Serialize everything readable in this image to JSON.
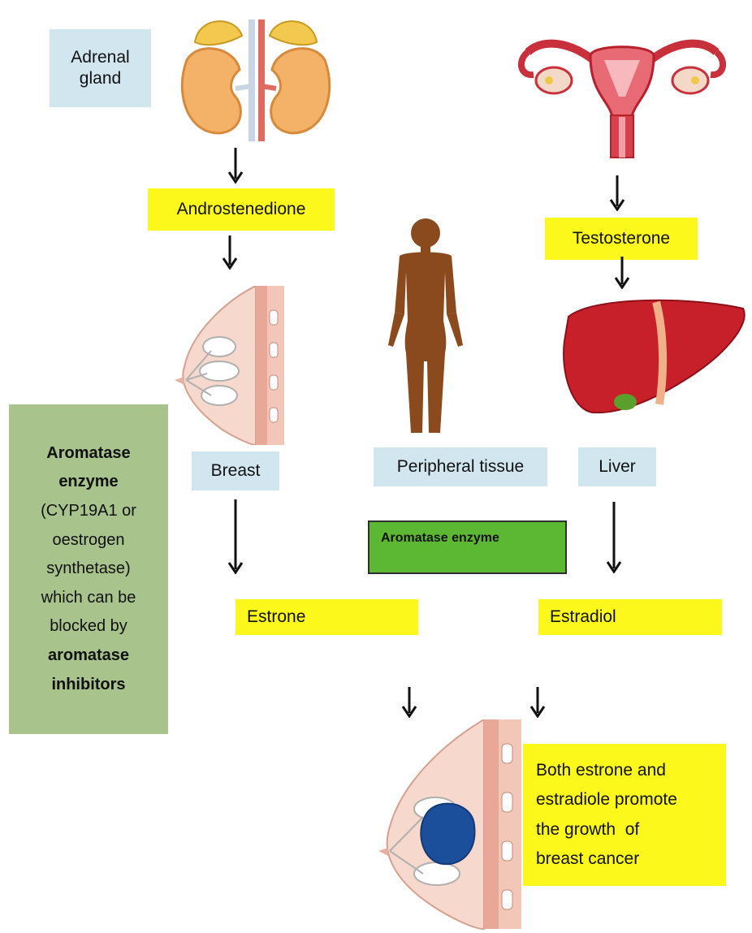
{
  "labels": {
    "adrenal_line1": "Adrenal",
    "adrenal_line2": "gland",
    "androstenedione": "Androstenedione",
    "testosterone": "Testosterone",
    "breast": "Breast",
    "peripheral_tissue": "Peripheral tissue",
    "liver": "Liver",
    "aromatase_enzyme_box": "Aromatase enzyme",
    "estrone": "Estrone",
    "estradiol": "Estradiol"
  },
  "side_note": {
    "line1": "Aromatase",
    "line2": "enzyme",
    "line3": "(CYP19A1 or",
    "line4": "oestrogen",
    "line5": "synthetase)",
    "line6": "which can be",
    "line7": "blocked by",
    "line8": "aromatase",
    "line9": "inhibitors"
  },
  "conclusion": {
    "line1": "Both estrone and",
    "line2": "estradiole promote",
    "line3": "the growth  of",
    "line4": "breast cancer"
  },
  "colors": {
    "label_blue": "#d2e6ef",
    "label_yellow": "#fcf81c",
    "aromatase_green": "#5cb833",
    "side_note_green": "#a9c38d",
    "body_silhouette": "#8b4a1e",
    "liver_red": "#c8202a",
    "tumor_blue": "#1b4f9c"
  },
  "icons": [
    "kidneys-adrenal-icon",
    "uterus-ovaries-icon",
    "human-silhouette-icon",
    "liver-icon",
    "breast-anatomy-icon",
    "breast-tumor-icon"
  ]
}
